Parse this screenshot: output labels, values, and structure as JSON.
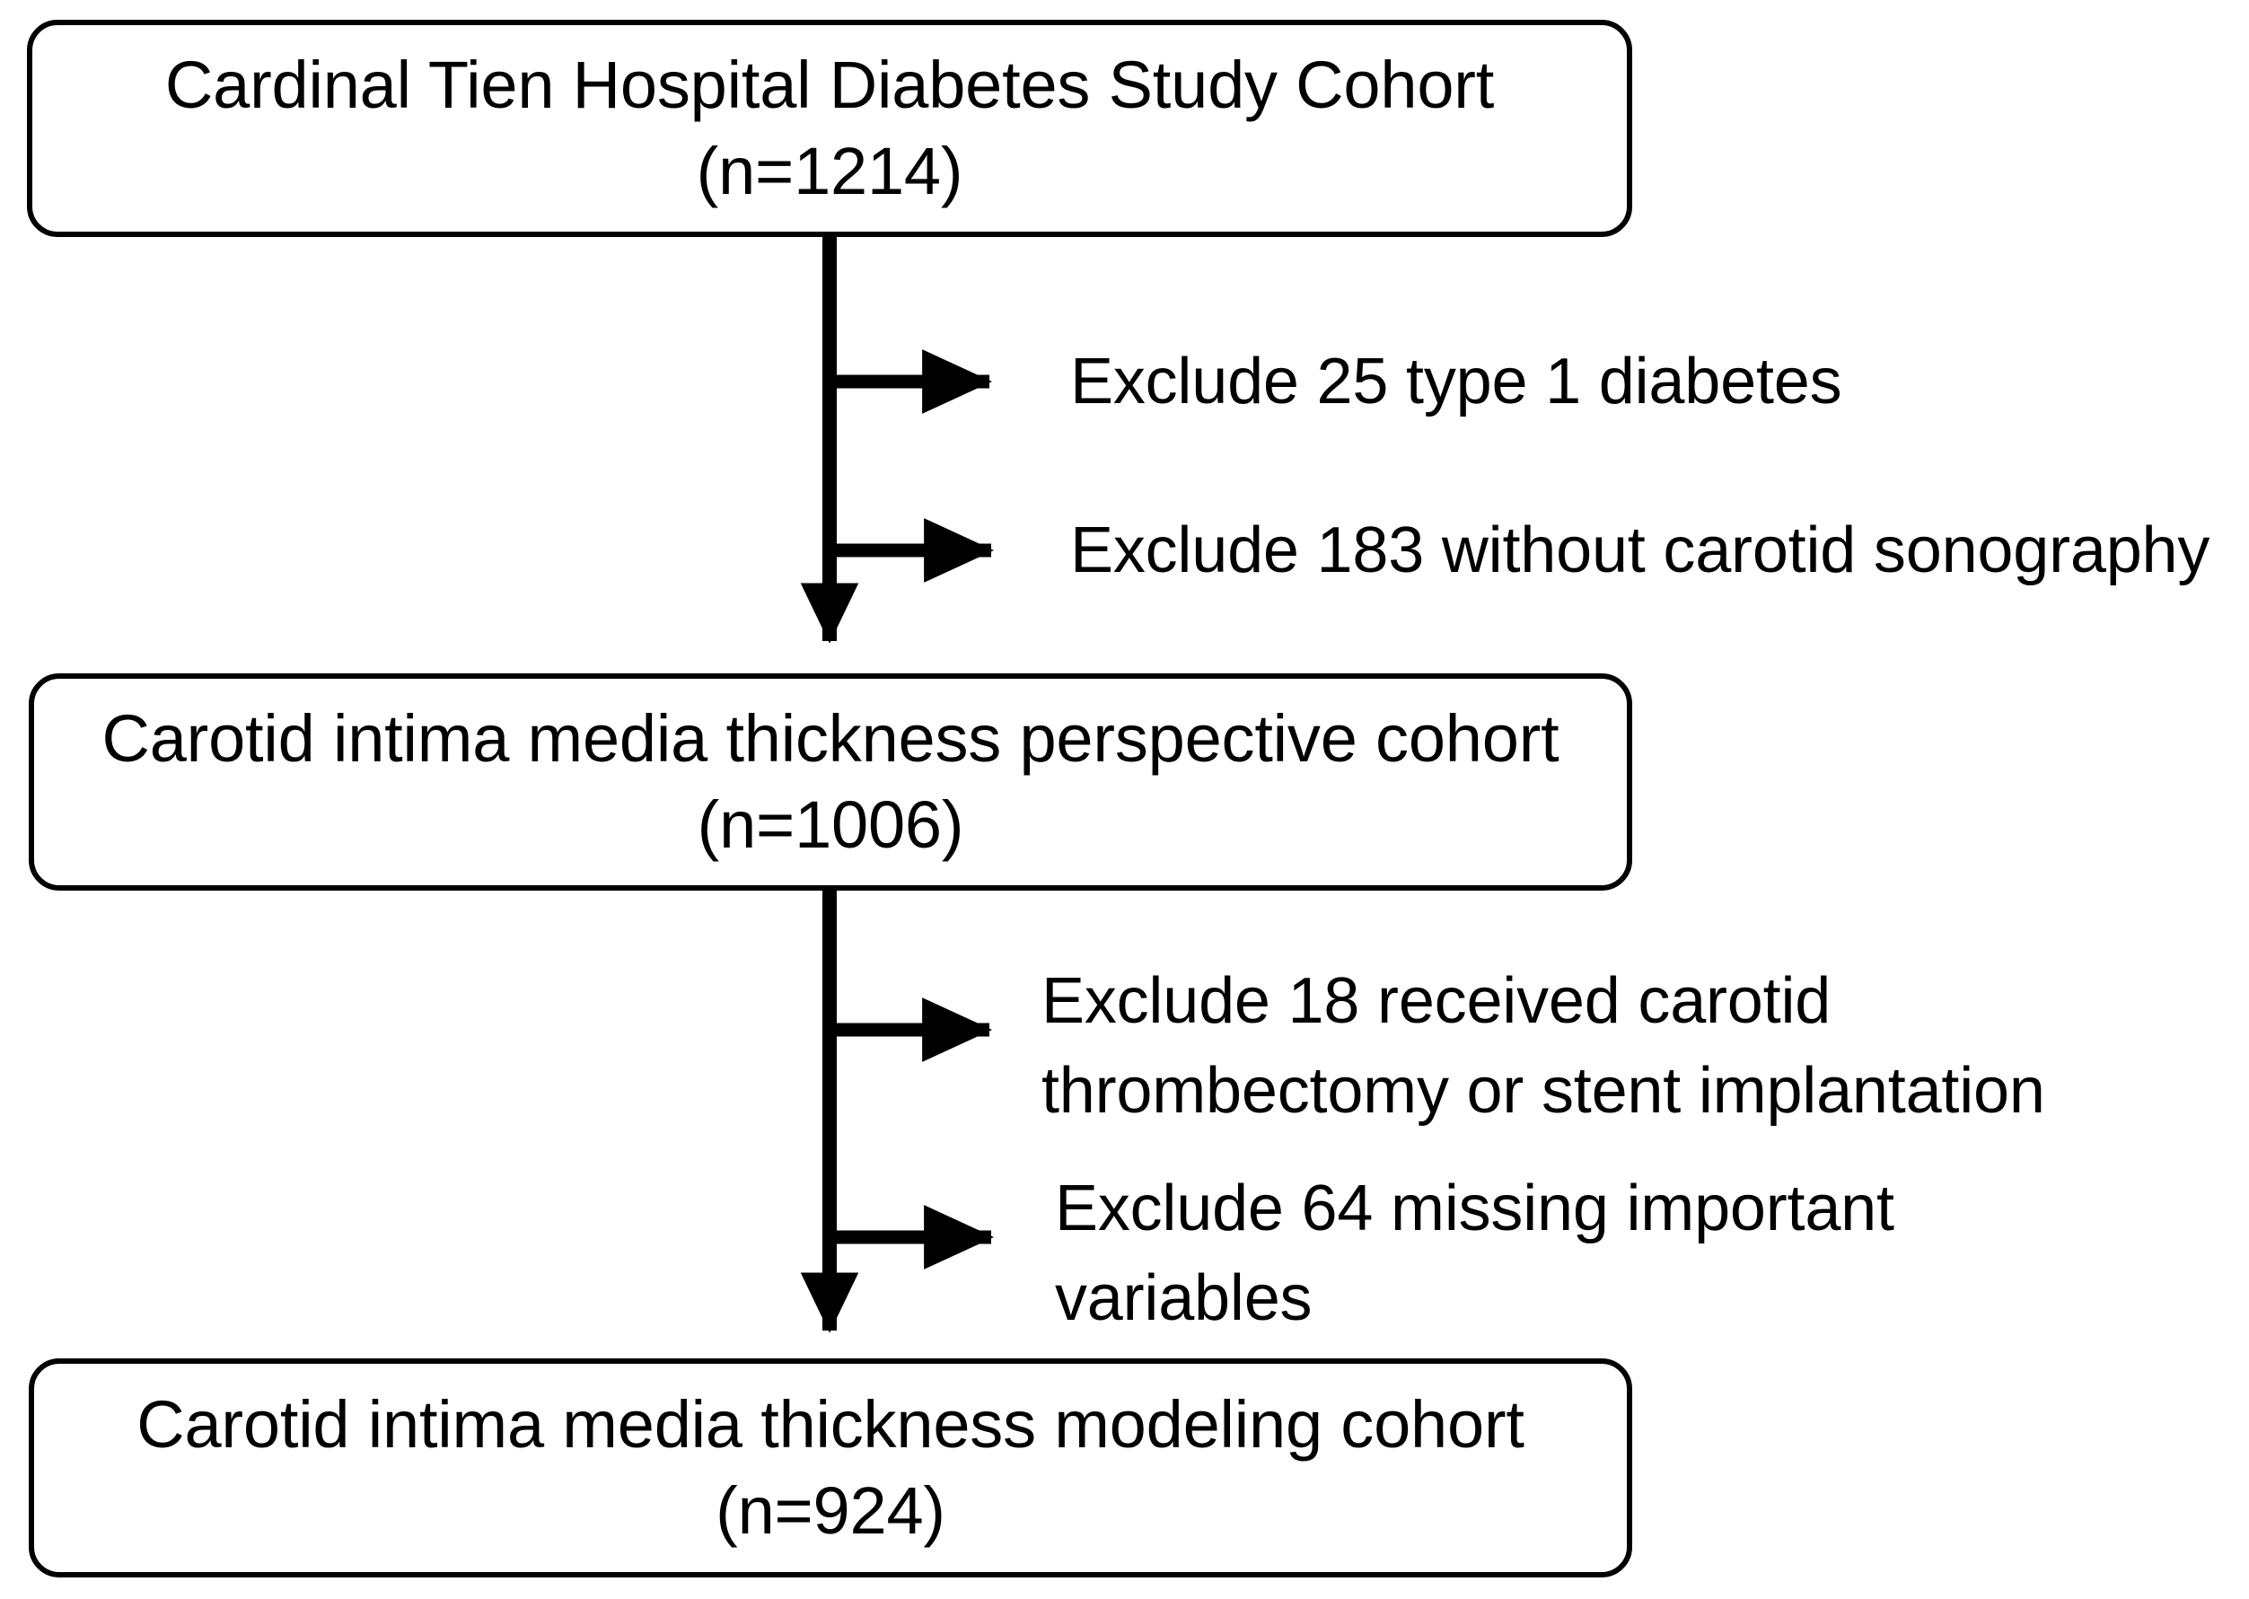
{
  "diagram": {
    "type": "study-flow-diagram",
    "orientation": "vertical",
    "line_color": "#000000",
    "background_color": "#ffffff",
    "nodes": [
      {
        "id": "cohort-source",
        "lines": [
          "Cardinal Tien Hospital Diabetes Study Cohort",
          "(n=1214)"
        ],
        "label": "Cardinal Tien Hospital Diabetes Study Cohort",
        "count_text": "(n=1214)",
        "count": 1214
      },
      {
        "id": "cimt-perspective-cohort",
        "lines": [
          "Carotid intima media thickness perspective cohort",
          "(n=1006)"
        ],
        "label": "Carotid intima media thickness perspective cohort",
        "count_text": "(n=1006)",
        "count": 1006
      },
      {
        "id": "cimt-modeling-cohort",
        "lines": [
          "Carotid intima media thickness modeling cohort",
          "(n=924)"
        ],
        "label": "Carotid intima media thickness modeling cohort",
        "count_text": "(n=924)",
        "count": 924
      }
    ],
    "exclusions": [
      {
        "id": "exclude-type-1-diabetes",
        "lines": [
          "Exclude 25 type 1 diabetes"
        ],
        "n": 25,
        "reason": "type 1 diabetes"
      },
      {
        "id": "exclude-no-carotid-sonography",
        "lines": [
          "Exclude 183 without carotid sonography"
        ],
        "n": 183,
        "reason": "without carotid sonography"
      },
      {
        "id": "exclude-carotid-intervention",
        "lines": [
          "Exclude 18 received carotid",
          "thrombectomy or stent implantation"
        ],
        "n": 18,
        "reason": "received carotid thrombectomy or stent implantation"
      },
      {
        "id": "exclude-missing-variables",
        "lines": [
          "Exclude 64 missing important",
          "variables"
        ],
        "n": 64,
        "reason": "missing important variables"
      }
    ]
  }
}
